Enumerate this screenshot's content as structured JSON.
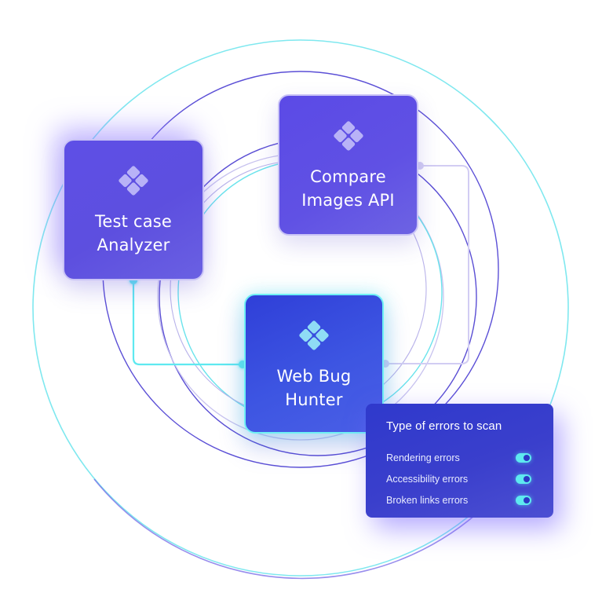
{
  "cards": {
    "analyzer": {
      "title_line1": "Test case",
      "title_line2": "Analyzer",
      "logo_icon": "diamond-cluster-icon"
    },
    "compare": {
      "title_line1": "Compare",
      "title_line2": "Images API",
      "logo_icon": "diamond-cluster-icon"
    },
    "webbug": {
      "title_line1": "Web Bug",
      "title_line2": "Hunter",
      "logo_icon": "diamond-cluster-icon"
    }
  },
  "panel": {
    "title": "Type of errors to scan",
    "options": [
      {
        "label": "Rendering errors",
        "enabled": true
      },
      {
        "label": "Accessibility errors",
        "enabled": true
      },
      {
        "label": "Broken links errors",
        "enabled": true
      }
    ]
  },
  "colors": {
    "accent_cyan": "#5ee9f0",
    "accent_violet": "#5d4fe3",
    "card_blue": "#3d55e2",
    "connector_lavender": "#d2cdf3"
  }
}
